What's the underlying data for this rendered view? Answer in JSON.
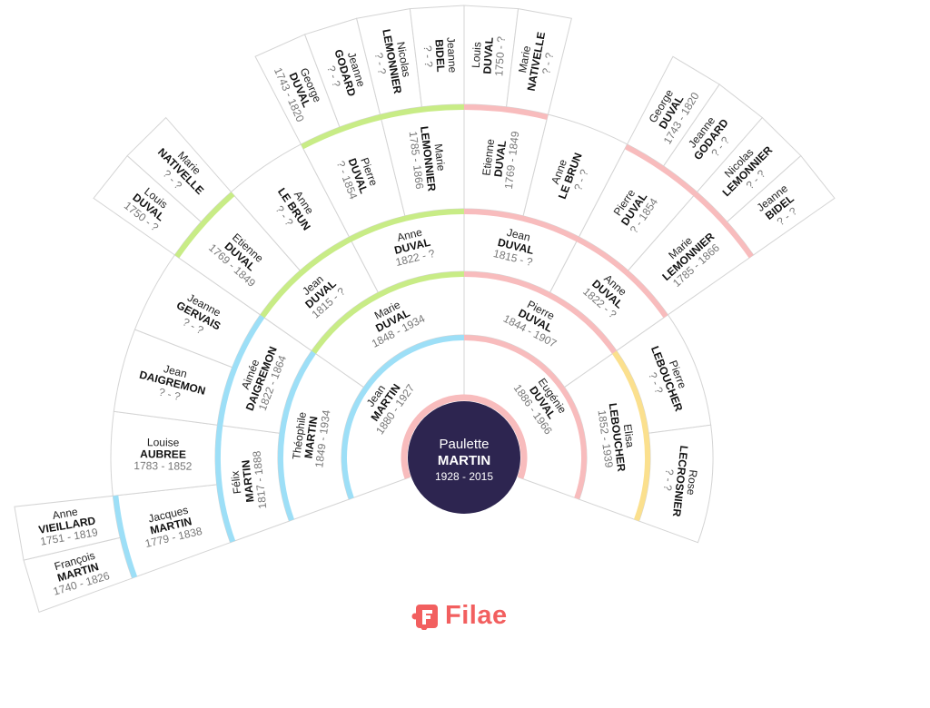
{
  "colors": {
    "blue": "#9ddff7",
    "green": "#c8ec86",
    "pink": "#f8bcbd",
    "yellow": "#fbe08e",
    "center": "#2d2550",
    "brand": "#f25f5f"
  },
  "logo": {
    "text": "Filae"
  },
  "root": {
    "first": "Paulette",
    "last": "MARTIN",
    "dates": "1928 - 2015",
    "arc": "pink"
  },
  "people": [
    {
      "sosa": 2,
      "first": "Jean",
      "last": "MARTIN",
      "dates": "1880 - 1927",
      "arc": "blue"
    },
    {
      "sosa": 3,
      "first": "Eugénie",
      "last": "DUVAL",
      "dates": "1886 - 1966",
      "arc": "pink"
    },
    {
      "sosa": 4,
      "first": "Théophile",
      "last": "MARTIN",
      "dates": "1849 - 1934",
      "arc": "blue"
    },
    {
      "sosa": 5,
      "first": "Marie",
      "last": "DUVAL",
      "dates": "1848 - 1934",
      "arc": "green"
    },
    {
      "sosa": 6,
      "first": "Pierre",
      "last": "DUVAL",
      "dates": "1844 - 1907",
      "arc": "pink"
    },
    {
      "sosa": 7,
      "first": "Elisa",
      "last": "LEBOUCHER",
      "dates": "1852 - 1939",
      "arc": "yellow"
    },
    {
      "sosa": 8,
      "first": "Félix",
      "last": "MARTIN",
      "dates": "1817 - 1888",
      "arc": "blue"
    },
    {
      "sosa": 9,
      "first": "Aimée",
      "last": "DAIGREMON",
      "dates": "1822 - 1864",
      "arc": "blue"
    },
    {
      "sosa": 10,
      "first": "Jean",
      "last": "DUVAL",
      "dates": "1815 - ?",
      "arc": "green"
    },
    {
      "sosa": 11,
      "first": "Anne",
      "last": "DUVAL",
      "dates": "1822 - ?",
      "arc": "green"
    },
    {
      "sosa": 12,
      "first": "Jean",
      "last": "DUVAL",
      "dates": "1815 - ?",
      "arc": "pink"
    },
    {
      "sosa": 13,
      "first": "Anne",
      "last": "DUVAL",
      "dates": "1822 - ?",
      "arc": "pink"
    },
    {
      "sosa": 14,
      "first": "Pierre",
      "last": "LEBOUCHER",
      "dates": "? - ?"
    },
    {
      "sosa": 15,
      "first": "Rose",
      "last": "LECROSNIER",
      "dates": "? - ?"
    },
    {
      "sosa": 16,
      "first": "Jacques",
      "last": "MARTIN",
      "dates": "1779 - 1838",
      "arc": "blue"
    },
    {
      "sosa": 17,
      "first": "Louise",
      "last": "AUBREE",
      "dates": "1783 - 1852"
    },
    {
      "sosa": 18,
      "first": "Jean",
      "last": "DAIGREMON",
      "dates": "? - ?"
    },
    {
      "sosa": 19,
      "first": "Jeanne",
      "last": "GERVAIS",
      "dates": "? - ?"
    },
    {
      "sosa": 20,
      "first": "Etienne",
      "last": "DUVAL",
      "dates": "1769 - 1849",
      "arc": "green"
    },
    {
      "sosa": 21,
      "first": "Anne",
      "last": "LE BRUN",
      "dates": "? - ?"
    },
    {
      "sosa": 22,
      "first": "Pierre",
      "last": "DUVAL",
      "dates": "? - 1854",
      "arc": "green"
    },
    {
      "sosa": 23,
      "first": "Marie",
      "last": "LEMONNIER",
      "dates": "1785 - 1866",
      "arc": "green"
    },
    {
      "sosa": 24,
      "first": "Etienne",
      "last": "DUVAL",
      "dates": "1769 - 1849",
      "arc": "pink"
    },
    {
      "sosa": 25,
      "first": "Anne",
      "last": "LE BRUN",
      "dates": "? - ?"
    },
    {
      "sosa": 26,
      "first": "Pierre",
      "last": "DUVAL",
      "dates": "? - 1854",
      "arc": "pink"
    },
    {
      "sosa": 27,
      "first": "Marie",
      "last": "LEMONNIER",
      "dates": "1785 - 1866",
      "arc": "pink"
    },
    {
      "sosa": 32,
      "first": "François",
      "last": "MARTIN",
      "dates": "1740 - 1826"
    },
    {
      "sosa": 33,
      "first": "Anne",
      "last": "VIEILLARD",
      "dates": "1751 - 1819"
    },
    {
      "sosa": 40,
      "first": "Louis",
      "last": "DUVAL",
      "dates": "1750 - ?"
    },
    {
      "sosa": 41,
      "first": "Marie",
      "last": "NATIVELLE",
      "dates": "? - ?"
    },
    {
      "sosa": 44,
      "first": "George",
      "last": "DUVAL",
      "dates": "1743 - 1820"
    },
    {
      "sosa": 45,
      "first": "Jeanne",
      "last": "GODARD",
      "dates": "? - ?"
    },
    {
      "sosa": 46,
      "first": "Nicolas",
      "last": "LEMONNIER",
      "dates": "? - ?"
    },
    {
      "sosa": 47,
      "first": "Jeanne",
      "last": "BIDEL",
      "dates": "? - ?"
    },
    {
      "sosa": 48,
      "first": "Louis",
      "last": "DUVAL",
      "dates": "1750 - ?"
    },
    {
      "sosa": 49,
      "first": "Marie",
      "last": "NATIVELLE",
      "dates": "? - ?"
    },
    {
      "sosa": 52,
      "first": "George",
      "last": "DUVAL",
      "dates": "1743 - 1820"
    },
    {
      "sosa": 53,
      "first": "Jeanne",
      "last": "GODARD",
      "dates": "? - ?"
    },
    {
      "sosa": 54,
      "first": "Nicolas",
      "last": "LEMONNIER",
      "dates": "? - ?"
    },
    {
      "sosa": 55,
      "first": "Jeanne",
      "last": "BIDEL",
      "dates": "? - ?"
    }
  ]
}
